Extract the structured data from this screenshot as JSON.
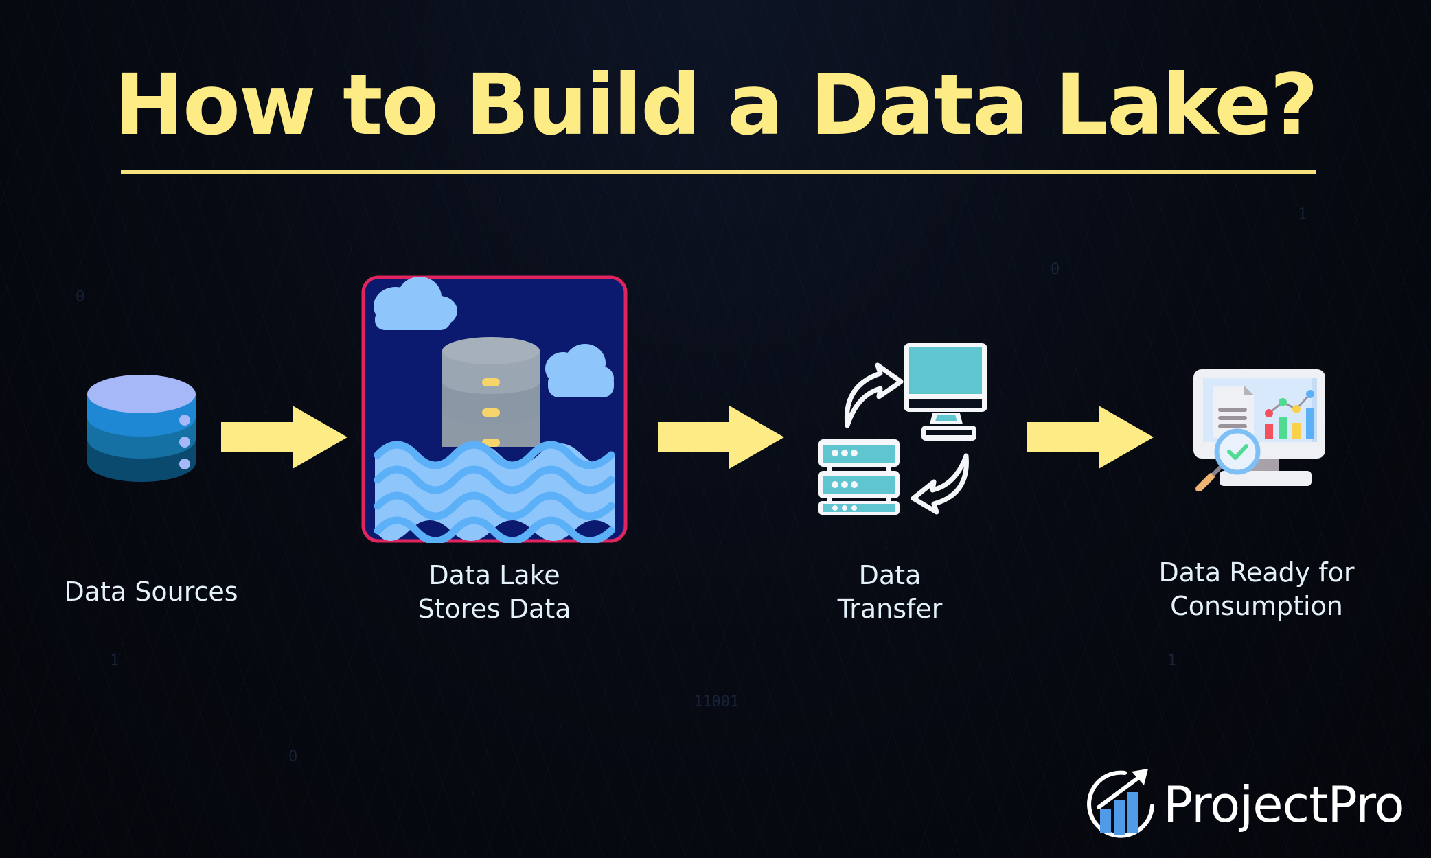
{
  "title": "How to Build a Data Lake?",
  "colors": {
    "title": "#fdec86",
    "arrow": "#fdec86",
    "label": "#e4f1fb",
    "lake_border": "#e0245e",
    "lake_bg": "#0b1a6e"
  },
  "steps": [
    {
      "label": "Data Sources",
      "icon": "database-icon"
    },
    {
      "label_line1": "Data Lake",
      "label_line2": "Stores Data",
      "icon": "data-lake-icon"
    },
    {
      "label_line1": "Data",
      "label_line2": "Transfer",
      "icon": "data-transfer-icon"
    },
    {
      "label_line1": "Data Ready for",
      "label_line2": "Consumption",
      "icon": "analytics-monitor-icon"
    }
  ],
  "arrows": [
    "arrow-right",
    "arrow-right",
    "arrow-right"
  ],
  "brand": {
    "name": "ProjectPro",
    "icon": "projectpro-logo-icon"
  }
}
